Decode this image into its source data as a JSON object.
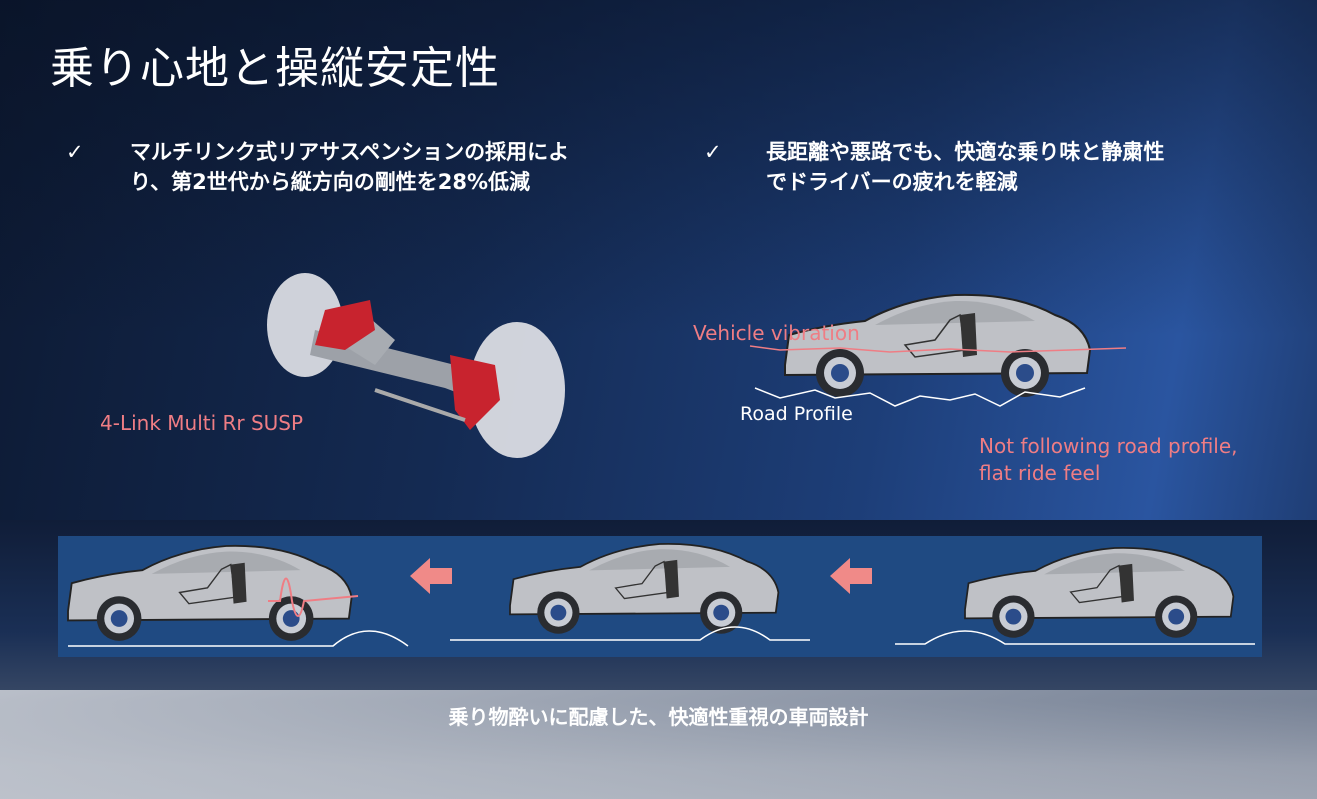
{
  "title": "乗り心地と操縦安定性",
  "bullets": [
    {
      "mark": "✓",
      "lines": [
        "マルチリンク式リアサスペンションの採用によ",
        "り、第2世代から縦方向の剛性を28%低減"
      ]
    },
    {
      "mark": "✓",
      "lines": [
        "長距離や悪路でも、快適な乗り味と静粛性",
        "でドライバーの疲れを軽減"
      ]
    }
  ],
  "suspension": {
    "label": "4-Link Multi Rr SUSP"
  },
  "ride_diagram": {
    "vibration_label": "Vehicle vibration",
    "road_label": "Road Profile",
    "note_lines": [
      "Not following road profile,",
      "flat ride feel"
    ]
  },
  "sequence_panel": {
    "arrow_icon": "left-arrow-icon",
    "cars": 3
  },
  "caption": "乗り物酔いに配慮した、快適性重視の車両設計",
  "colors": {
    "accent_pink": "#ef7d84",
    "panel": "#1f4a82"
  }
}
